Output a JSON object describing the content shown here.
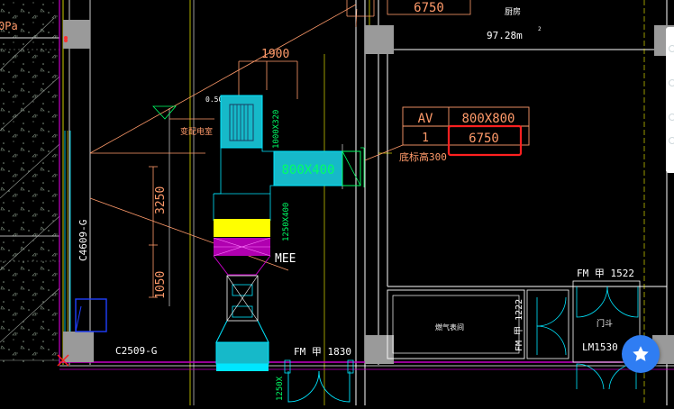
{
  "drawing": {
    "top_left_unit": "0Pa",
    "top_dimension": "6750",
    "room_kitchen_name": "厨房",
    "room_kitchen_area": "97.28m",
    "room_kitchen_area_sup": "2",
    "dim_width": "1900",
    "note_0500": "0.500",
    "duct_vertical": "1000X320",
    "room_substation": "变配电室",
    "duct_main": "800X400",
    "dim_3250": "3250",
    "wall_label_c4609": "C4609-G",
    "duct_1250x400": "1250X400",
    "equipment_mee": "MEE",
    "dim_1050": "1050",
    "door_fm1830": "FM 甲 1830",
    "wall_label_c2509": "C2509-G",
    "duct_1250_bottom": "1250X",
    "room_middle": "燃气表间",
    "door_fm1222": "FM 甲 1222",
    "door_fm1522": "FM 甲 1522",
    "room_right": "门斗",
    "door_lm1530": "LM1530",
    "elevation_note": "底标高300",
    "table": {
      "header_left": "AV",
      "header_right": "800X800",
      "row_left": "1",
      "row_right": "6750"
    }
  },
  "colors": {
    "background": "#000000",
    "duct_fill": "#16b9c9",
    "duct_text": "#00ff66",
    "wall": "#ffffff",
    "grid_line": "#ffff00",
    "leader_line": "#ff9a6a",
    "magenta": "#c800c8",
    "cyan_door": "#00e6ff",
    "highlight_box": "#ff2020",
    "fab": "#2f7df3"
  },
  "ui": {
    "fab_icon": "star-icon"
  }
}
